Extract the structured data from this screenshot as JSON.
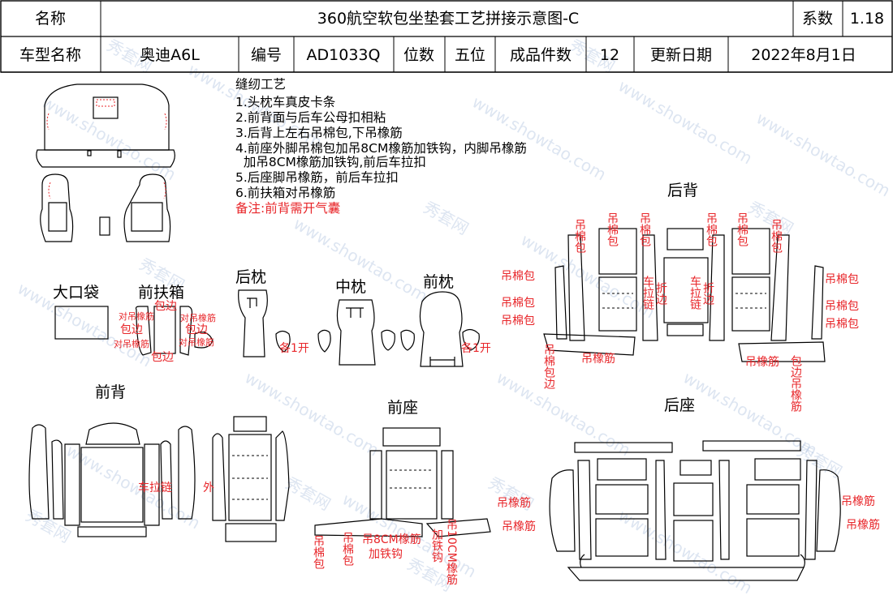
{
  "header": {
    "name_label": "名称",
    "title": "360航空软包坐垫套工艺拼接示意图-C",
    "coef_label": "系数",
    "coef_value": "1.18",
    "model_label": "车型名称",
    "model_value": "奥迪A6L",
    "code_label": "编号",
    "code_value": "AD1033Q",
    "seats_label": "位数",
    "seats_value": "五位",
    "pieces_label": "成品件数",
    "pieces_value": "12",
    "date_label": "更新日期",
    "date_value": "2022年8月1日"
  },
  "notes": {
    "heading": "缝纫工艺",
    "lines": [
      "1.头枕车真皮卡条",
      "2.前背面与后车公母扣相粘",
      "3.后背上左右吊棉包,下吊橡筋",
      "4.前座外脚吊棉包加吊8CM橡筋加铁钩，内脚吊橡筋",
      "  加吊8CM橡筋加铁钩,前后车拉扣",
      "5.后座脚吊橡筋，前后车拉扣",
      "6.前扶箱对吊橡筋"
    ],
    "remark": "备注:前背需开气囊"
  },
  "sections": {
    "big_pocket": "大口袋",
    "front_armrest": "前扶箱",
    "rear_headrest": "后枕",
    "mid_headrest": "中枕",
    "front_headrest": "前枕",
    "rear_back": "后背",
    "front_back": "前背",
    "front_seat": "前座",
    "rear_seat": "后座"
  },
  "annotations": {
    "dui_diao_xiangjin": "对吊橡筋",
    "bao_bian": "包边",
    "ge_yi_kai": "各1开",
    "diao_mian_bao": "吊棉包",
    "diao_xiangjin": "吊橡筋",
    "diao_mian_bao_bian": "吊棉包边",
    "che_la_lian": "车拉链",
    "zhe_bian": "折边",
    "wai": "外",
    "diao_8cm": "吊8CM橡筋",
    "jia_tie_gou": "加铁钩",
    "diao_10cm": "吊10CM橡筋",
    "bao_bian_diao_xiangjin": "包边吊橡筋"
  },
  "watermark": {
    "text_cn": "秀套网",
    "text_url": "www.showtao.com"
  },
  "colors": {
    "annotation": "#e8262a",
    "line": "#000000",
    "watermark": "#9fb7d9"
  }
}
